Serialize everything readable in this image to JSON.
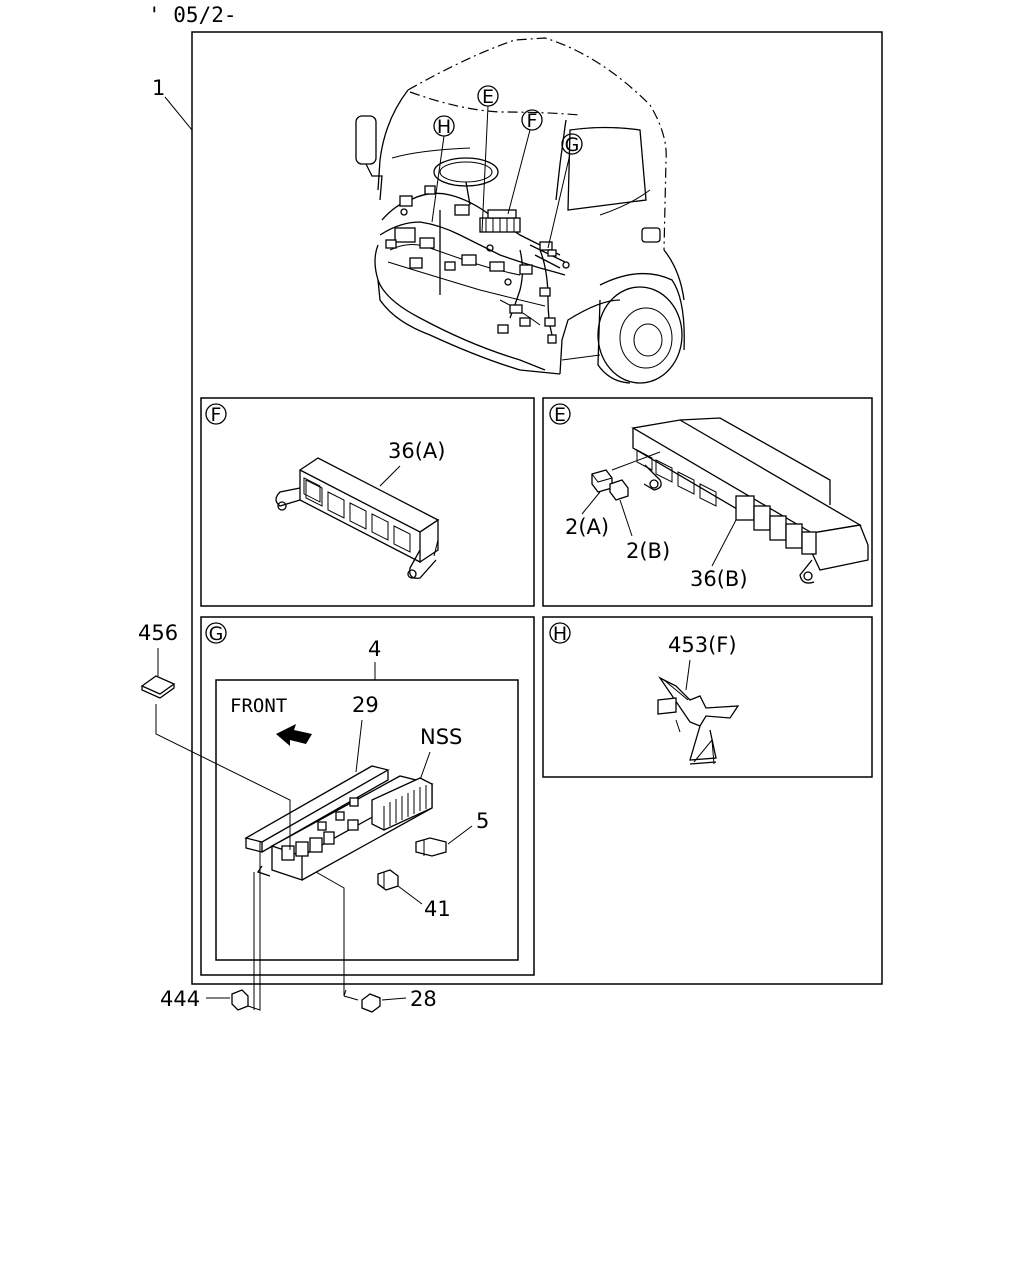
{
  "header": {
    "date_code": "' 05/2-"
  },
  "callouts": {
    "main_assembly": "1",
    "relay_box_f": "36(A)",
    "relay_box_e": "36(B)",
    "relay_a": "2(A)",
    "relay_b": "2(B)",
    "fuse_box": "4",
    "bracket": "29",
    "nss": "NSS",
    "fuse_5": "5",
    "fuse_41": "41",
    "pad": "456",
    "clip": "444",
    "screw": "28",
    "holder": "453(F)",
    "front_label": "FRONT"
  },
  "detail_markers": {
    "e": "E",
    "f": "F",
    "g": "G",
    "h": "H"
  }
}
